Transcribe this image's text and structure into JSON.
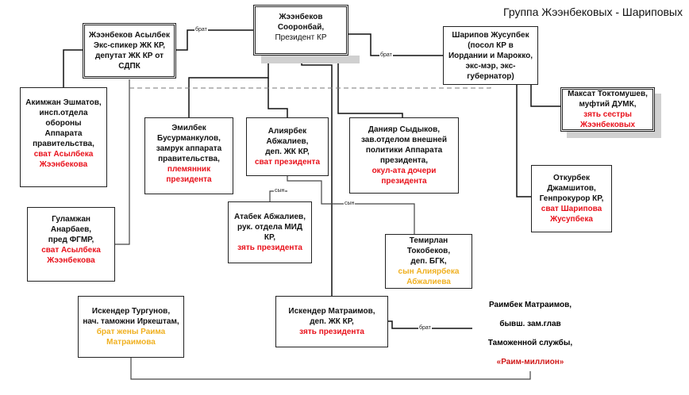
{
  "title": "Группа Жээнбековых - Шариповых",
  "nodes": {
    "president": {
      "l1": "Жээнбеков",
      "l2": "Сооронбай,",
      "l3": "Президент КР"
    },
    "asylbek": {
      "l1": "Жээнбеков Асылбек",
      "l2": "Экс-спикер ЖК КР,",
      "l3": "депутат ЖК КР от",
      "l4": "СДПК"
    },
    "sharipov": {
      "l1": "Шарипов Жусупбек",
      "l2": "(посол КР в",
      "l3": "Иордании и Марокко,",
      "l4": "экс-мэр, экс-",
      "l5": "губернатор)"
    },
    "maksat": {
      "l1": "Максат Токтомушев,",
      "l2": "муфтий ДУМК,",
      "r1": "зять сестры",
      "r2": "Жээнбековых"
    },
    "akimzhan": {
      "l1": "Акимжан Эшматов,",
      "l2": "инсп.отдела",
      "l3": "обороны",
      "l4": "Аппарата",
      "l5": "правительства,",
      "r1": "сват Асылбека",
      "r2": "Жээнбекова"
    },
    "emilbek": {
      "l1": "Эмилбек",
      "l2": "Бусурманкулов,",
      "l3": "замрук аппарата",
      "l4": "правительства,",
      "r1": "племянник",
      "r2": "президента"
    },
    "aliyarbek": {
      "l1": "Алиярбек",
      "l2": "Абжалиев,",
      "l3": "деп. ЖК КР,",
      "r1": "сват президента"
    },
    "daniyar": {
      "l1": "Данияр Сыдыков,",
      "l2": "зав.отделом внешней",
      "l3": "политики Аппарата",
      "l4": "президента,",
      "r1": "окул-ата дочери",
      "r2": "президента"
    },
    "otkurbek": {
      "l1": "Откурбек",
      "l2": "Джамшитов,",
      "l3": "Генпрокурор КР,",
      "r1": "сват Шарипова",
      "r2": "Жусупбека"
    },
    "atabek": {
      "l1": "Атабек Абжалиев,",
      "l2": "рук. отдела МИД",
      "l3": "КР,",
      "r1": "зять президента"
    },
    "gulamzhan": {
      "l1": "Гуламжан",
      "l2": "Анарбаев,",
      "l3": "пред ФГМР,",
      "r1": "сват Асылбека",
      "r2": "Жээнбекова"
    },
    "temirlan": {
      "l1": "Темирлан",
      "l2": "Токобеков,",
      "l3": "деп. БГК,",
      "y1": "сын Алиярбека",
      "y2": "Абжалиева"
    },
    "turgunov": {
      "l1": "Искендер Тургунов,",
      "l2": "нач. таможни Иркештам,",
      "y1": "брат жены Раима",
      "y2": "Матраимова"
    },
    "matraimov": {
      "l1": "Искендер Матраимов,",
      "l2": "деп. ЖК КР,",
      "r1": "зять президента"
    },
    "raimbek": {
      "l1": "Раимбек Матраимов,",
      "l2": "бывш. зам.глав",
      "l3": "Таможенной службы,",
      "r1": "«Раим-миллион»"
    }
  },
  "labels": {
    "brat": "брат",
    "syn": "сын"
  },
  "colors": {
    "relation_red": "#e8101a",
    "relation_yellow": "#f0b020"
  }
}
